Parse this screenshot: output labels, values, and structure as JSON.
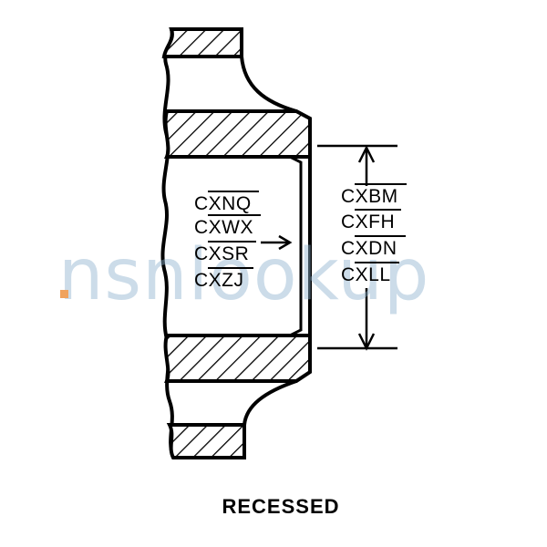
{
  "watermark": {
    "text": "nsnlookup",
    "accent_dot_color": "#f0a35e",
    "text_color": "#8fb3cf"
  },
  "left_labels": [
    {
      "text": "CXNQ"
    },
    {
      "text": "CXWX"
    },
    {
      "text": "CXSR"
    },
    {
      "text": "CXZJ"
    }
  ],
  "right_labels": [
    {
      "text": "CXBM"
    },
    {
      "text": "CXFH"
    },
    {
      "text": "CXDN"
    },
    {
      "text": "CXLL"
    }
  ],
  "caption": "RECESSED"
}
